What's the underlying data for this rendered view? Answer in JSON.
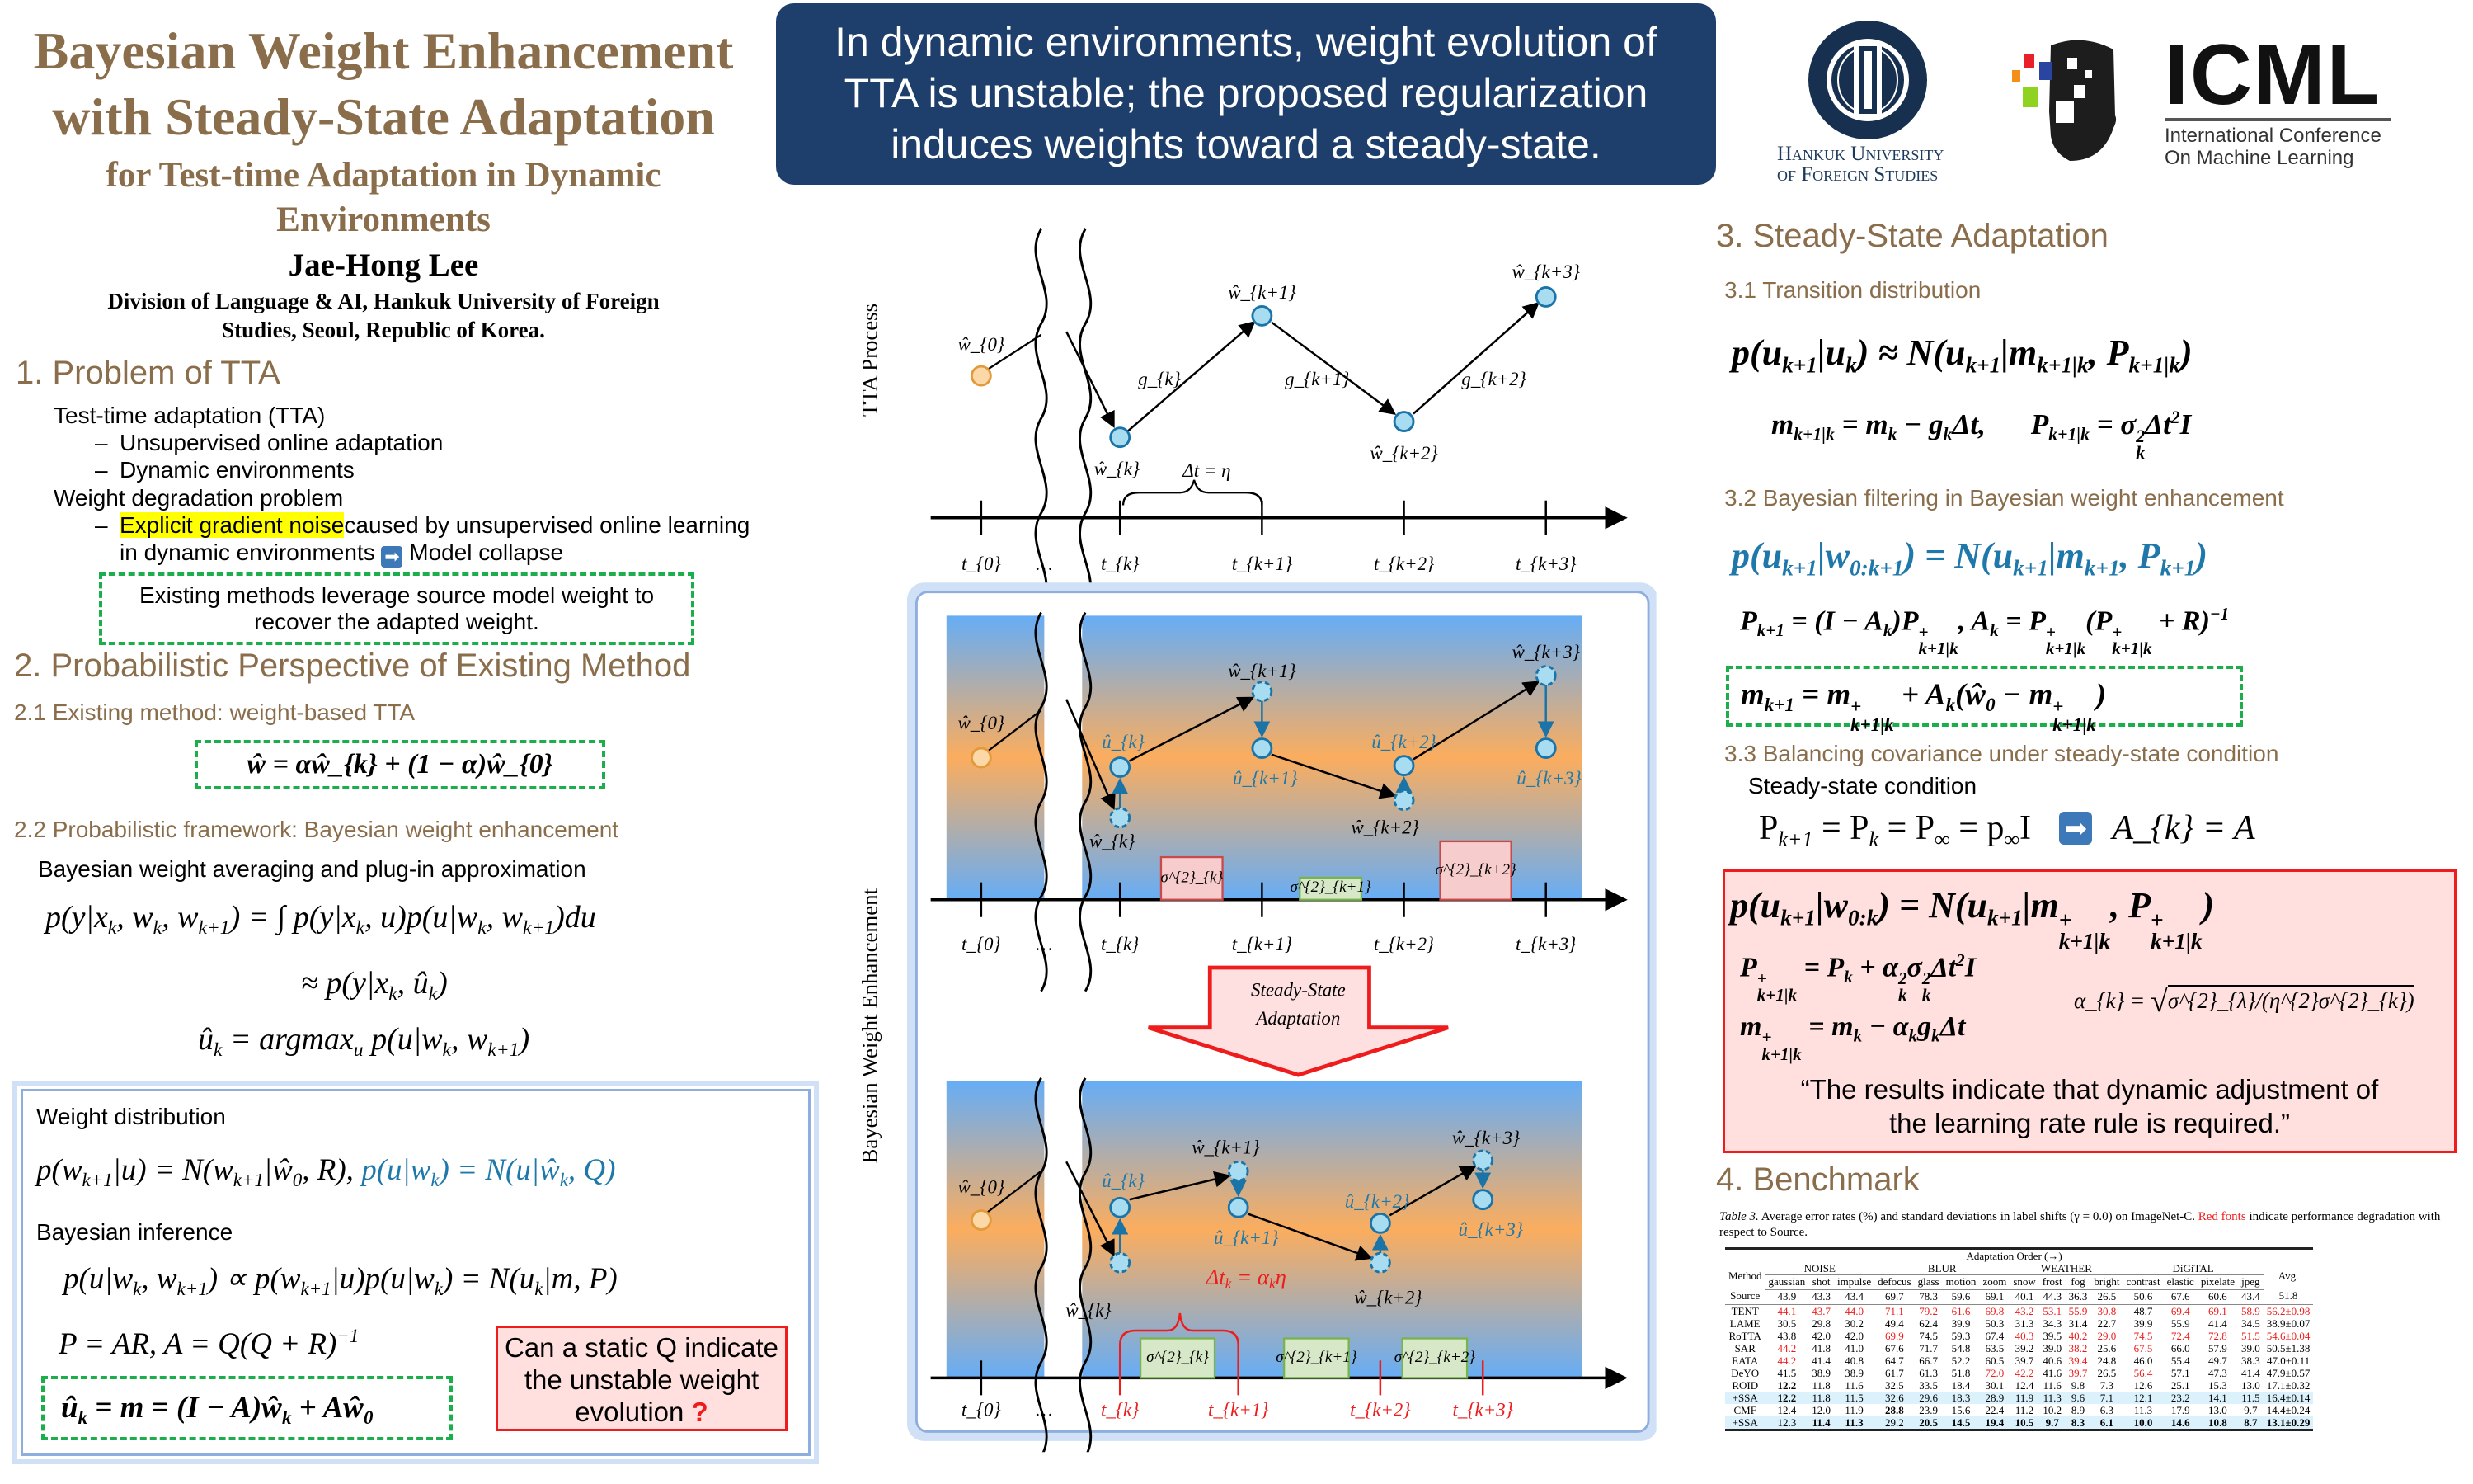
{
  "header": {
    "title_lines": [
      "Bayesian Weight Enhancement",
      "with Steady-State Adaptation"
    ],
    "subtitle_lines": [
      "for Test-time Adaptation in Dynamic",
      "Environments"
    ],
    "author": "Jae-Hong Lee",
    "affiliation_lines": [
      "Division of Language & AI, Hankuk University of Foreign",
      "Studies, Seoul, Republic of Korea."
    ]
  },
  "banner": {
    "lines": [
      "In dynamic environments, weight evolution of",
      "TTA is unstable; the proposed regularization",
      "induces weights toward a steady-state."
    ]
  },
  "logos": {
    "hufs": {
      "line1": "Hankuk University",
      "line2": "of Foreign Studies"
    },
    "icml": {
      "name": "ICML",
      "line1": "International Conference",
      "line2": "On Machine Learning"
    }
  },
  "section1": {
    "heading": "1. Problem of TTA",
    "tta_label": "Test-time adaptation (TTA)",
    "tta_bullets": [
      "Unsupervised online adaptation",
      "Dynamic environments"
    ],
    "degradation_label": "Weight degradation problem",
    "degradation_highlight": "Explicit gradient noise",
    "degradation_rest": "caused by unsupervised online learning",
    "degradation_line2": "in dynamic environments",
    "degradation_result": "Model collapse",
    "box_lines": [
      "Existing methods leverage source model weight to",
      "recover the adapted weight."
    ]
  },
  "section2": {
    "heading": "2. Probabilistic Perspective of Existing Method",
    "sub1": "2.1 Existing method: weight-based  TTA",
    "f_weight": "ŵ = αŵ_{k} + (1 − α)ŵ_{0}",
    "sub2": "2.2 Probabilistic framework: Bayesian weight enhancement",
    "bwa_label": "Bayesian weight averaging and plug-in approximation",
    "f_bwa1": "p(y|x_{k}, w_{k}, w_{k+1}) = ∫ p(y|x_{k}, u)p(u|w_{k}, w_{k+1})du",
    "f_bwa2": "≈ p(y|x_{k}, û_{k})",
    "f_bwa3": "û_{k} = argmax_{u} p(u|w_{k}, w_{k+1})",
    "wd_label": "Weight distribution",
    "f_wd_a": "p(w_{k+1}|u) = N(w_{k+1}|ŵ_{0}, R), ",
    "f_wd_b": "p(u|w_{k}) = N(u|ŵ_{k}, Q)",
    "bi_label": "Bayesian inference",
    "f_bi": "p(u|w_{k}, w_{k+1}) ∝ p(w_{k+1}|u)p(u|w_{k}) = N(u_{k}|m, P)",
    "f_pa": "P = AR,  A = Q(Q + R)^{−1}",
    "f_uk": "û_{k} = m = (I − A)ŵ_{k} + Aŵ_{0}",
    "question_lines": [
      "Can a static Q indicate",
      "the unstable weight",
      "evolution"
    ],
    "question_mark": "?"
  },
  "section3": {
    "heading": "3. Steady-State Adaptation",
    "sub1": "3.1 Transition distribution",
    "f_t1": "p(u_{k+1}|u_{k}) ≈ N(u_{k+1}|m_{k+1|k}, P_{k+1|k})",
    "f_t2a": "m_{k+1|k} = m_{k} − g_{k}Δt,",
    "f_t2b": "P_{k+1|k} = σ^{2}_{k}Δt^{2}I",
    "sub2": "3.2 Bayesian filtering in Bayesian weight enhancement",
    "f_b1": "p(u_{k+1}|w_{0:k+1}) = N(u_{k+1}|m_{k+1}, P_{k+1})",
    "f_b2": "P_{k+1} = (I − A_{k})P^{+}_{k+1|k},  A_{k} = P^{+}_{k+1|k}(P^{+}_{k+1|k} + R)^{−1}",
    "f_b3": "m_{k+1} = m^{+}_{k+1|k} + A_{k}(ŵ_{0} − m^{+}_{k+1|k})",
    "sub3": "3.3 Balancing covariance under steady-state condition",
    "ss_label": "Steady-state condition",
    "f_ss_a": "P_{k+1} = P_{k} = P_{∞} = p_{∞}I",
    "f_ss_b": "A_{k} = A",
    "f_r1": "p(u_{k+1}|w_{0:k}) = N(u_{k+1}|m^{+}_{k+1|k}, P^{+}_{k+1|k})",
    "f_r2": "P^{+}_{k+1|k} = P_{k} + α^{2}_{k}σ^{2}_{k}Δt^{2}I",
    "f_r3": "m^{+}_{k+1|k} = m_{k} − α_{k}g_{k}Δt",
    "f_alpha_lhs": "α_{k} =",
    "f_alpha_rad": "σ^{2}_{λ}/(η^{2}σ^{2}_{k})",
    "quote_lines": [
      "“The results indicate that dynamic adjustment of",
      "the learning rate rule is required.”"
    ]
  },
  "section4": {
    "heading": "4. Benchmark",
    "caption_label": "Table 3.",
    "caption_text1": " Average error rates (%) and standard deviations in label shifts (γ = 0.0) on ImageNet-C. ",
    "caption_red": "Red fonts",
    "caption_text2": " indicate performance degradation with respect to Source.",
    "order_label": "Adaptation Order (→)",
    "method_label": "Method",
    "groups": [
      {
        "name": "NOISE",
        "span": 3
      },
      {
        "name": "BLUR",
        "span": 4
      },
      {
        "name": "WEATHER",
        "span": 4
      },
      {
        "name": "DiGiTAL",
        "span": 4
      }
    ],
    "avg_label": "Avg.",
    "columns": [
      "gaussian",
      "shot",
      "impulse",
      "defocus",
      "glass",
      "motion",
      "zoom",
      "snow",
      "frost",
      "fog",
      "bright",
      "contrast",
      "elastic",
      "pixelate",
      "jpeg"
    ],
    "rows": [
      {
        "method": "Source",
        "values": [
          "43.9",
          "43.3",
          "43.4",
          "69.7",
          "78.3",
          "59.6",
          "69.1",
          "40.1",
          "44.3",
          "36.3",
          "26.5",
          "50.6",
          "67.6",
          "60.6",
          "43.4",
          "51.8"
        ],
        "red": [],
        "bold": [],
        "highlight": false
      },
      {
        "method": "TENT",
        "values": [
          "44.1",
          "43.7",
          "44.0",
          "71.1",
          "79.2",
          "61.6",
          "69.8",
          "43.2",
          "53.1",
          "55.9",
          "30.8",
          "48.7",
          "69.4",
          "69.1",
          "58.9",
          "56.2±0.98"
        ],
        "red": [
          0,
          1,
          2,
          3,
          4,
          5,
          6,
          7,
          8,
          9,
          10,
          12,
          13,
          14,
          15
        ],
        "bold": [],
        "highlight": false
      },
      {
        "method": "LAME",
        "values": [
          "30.5",
          "29.8",
          "30.2",
          "49.4",
          "62.4",
          "39.9",
          "50.3",
          "31.3",
          "34.3",
          "31.4",
          "22.7",
          "39.9",
          "55.9",
          "41.4",
          "34.5",
          "38.9±0.07"
        ],
        "red": [],
        "bold": [],
        "highlight": false
      },
      {
        "method": "RoTTA",
        "values": [
          "43.8",
          "42.0",
          "42.0",
          "69.9",
          "74.5",
          "59.3",
          "67.4",
          "40.3",
          "39.5",
          "40.2",
          "29.0",
          "74.5",
          "72.4",
          "72.8",
          "51.5",
          "54.6±0.04"
        ],
        "red": [
          3,
          7,
          9,
          10,
          11,
          12,
          13,
          14,
          15
        ],
        "bold": [],
        "highlight": false
      },
      {
        "method": "SAR",
        "values": [
          "44.2",
          "41.8",
          "41.0",
          "67.6",
          "71.7",
          "54.8",
          "63.5",
          "39.2",
          "39.0",
          "38.2",
          "25.6",
          "67.5",
          "66.0",
          "57.9",
          "39.0",
          "50.5±1.38"
        ],
        "red": [
          0,
          9,
          11
        ],
        "bold": [],
        "highlight": false
      },
      {
        "method": "EATA",
        "values": [
          "44.2",
          "41.4",
          "40.8",
          "64.7",
          "66.7",
          "52.2",
          "60.5",
          "39.7",
          "40.6",
          "39.4",
          "24.8",
          "46.0",
          "55.4",
          "49.7",
          "38.3",
          "47.0±0.11"
        ],
        "red": [
          0,
          9
        ],
        "bold": [],
        "highlight": false
      },
      {
        "method": "DeYO",
        "values": [
          "41.5",
          "38.9",
          "38.9",
          "61.7",
          "61.3",
          "51.8",
          "72.0",
          "42.2",
          "41.6",
          "39.7",
          "26.5",
          "56.4",
          "57.1",
          "47.3",
          "41.4",
          "47.9±0.57"
        ],
        "red": [
          6,
          7,
          9,
          11
        ],
        "bold": [],
        "highlight": false
      },
      {
        "method": "ROID",
        "values": [
          "12.2",
          "11.8",
          "11.6",
          "32.5",
          "33.5",
          "18.4",
          "30.1",
          "12.4",
          "11.6",
          "9.8",
          "7.3",
          "12.6",
          "25.1",
          "15.3",
          "13.0",
          "17.1±0.32"
        ],
        "red": [],
        "bold": [
          0
        ],
        "highlight": false
      },
      {
        "method": "+SSA",
        "values": [
          "12.2",
          "11.8",
          "11.5",
          "32.6",
          "29.6",
          "18.3",
          "28.9",
          "11.9",
          "11.3",
          "9.6",
          "7.1",
          "12.1",
          "23.2",
          "14.1",
          "11.5",
          "16.4±0.14"
        ],
        "red": [],
        "bold": [
          0
        ],
        "highlight": true
      },
      {
        "method": "CMF",
        "values": [
          "12.4",
          "12.0",
          "11.9",
          "28.8",
          "23.9",
          "15.6",
          "22.4",
          "11.2",
          "10.2",
          "8.9",
          "6.3",
          "11.3",
          "17.9",
          "13.0",
          "9.7",
          "14.4±0.24"
        ],
        "red": [],
        "bold": [
          3
        ],
        "highlight": false
      },
      {
        "method": "+SSA",
        "values": [
          "12.3",
          "11.4",
          "11.3",
          "29.2",
          "20.5",
          "14.5",
          "19.4",
          "10.5",
          "9.7",
          "8.3",
          "6.1",
          "10.0",
          "14.6",
          "10.8",
          "8.7",
          "13.1±0.29"
        ],
        "red": [],
        "bold": [
          1,
          2,
          4,
          5,
          6,
          7,
          8,
          9,
          10,
          11,
          12,
          13,
          14,
          15
        ],
        "highlight": true
      }
    ]
  },
  "figure": {
    "y_label_top": "TTA Process",
    "y_label_bottom": "Bayesian Weight Enhancement",
    "labels": {
      "w0": "ŵ_{0}",
      "wk": "ŵ_{k}",
      "wk1": "ŵ_{k+1}",
      "wk2": "ŵ_{k+2}",
      "wk3": "ŵ_{k+3}",
      "uk": "û_{k}",
      "uk1": "û_{k+1}",
      "uk2": "û_{k+2}",
      "uk3": "û_{k+3}",
      "gk": "g_{k}",
      "gk1": "g_{k+1}",
      "gk2": "g_{k+2}",
      "dt": "Δt = η",
      "dtk": "Δt_{k} = α_{k}η",
      "s0": "σ^{2}_{k}",
      "s1": "σ^{2}_{k+1}",
      "s2": "σ^{2}_{k+2}"
    },
    "ticks": [
      "t_{0}",
      "…",
      "t_{k}",
      "t_{k+1}",
      "t_{k+2}",
      "t_{k+3}"
    ],
    "arrow_label_lines": [
      "Steady-State",
      "Adaptation"
    ]
  },
  "colors": {
    "brand_brown": "#8a6d4b",
    "banner_navy": "#1e3f6c",
    "formula_blue": "#1f78aa",
    "degradation_red": "#ee1c1c",
    "dashed_green": "#1cae4a"
  }
}
